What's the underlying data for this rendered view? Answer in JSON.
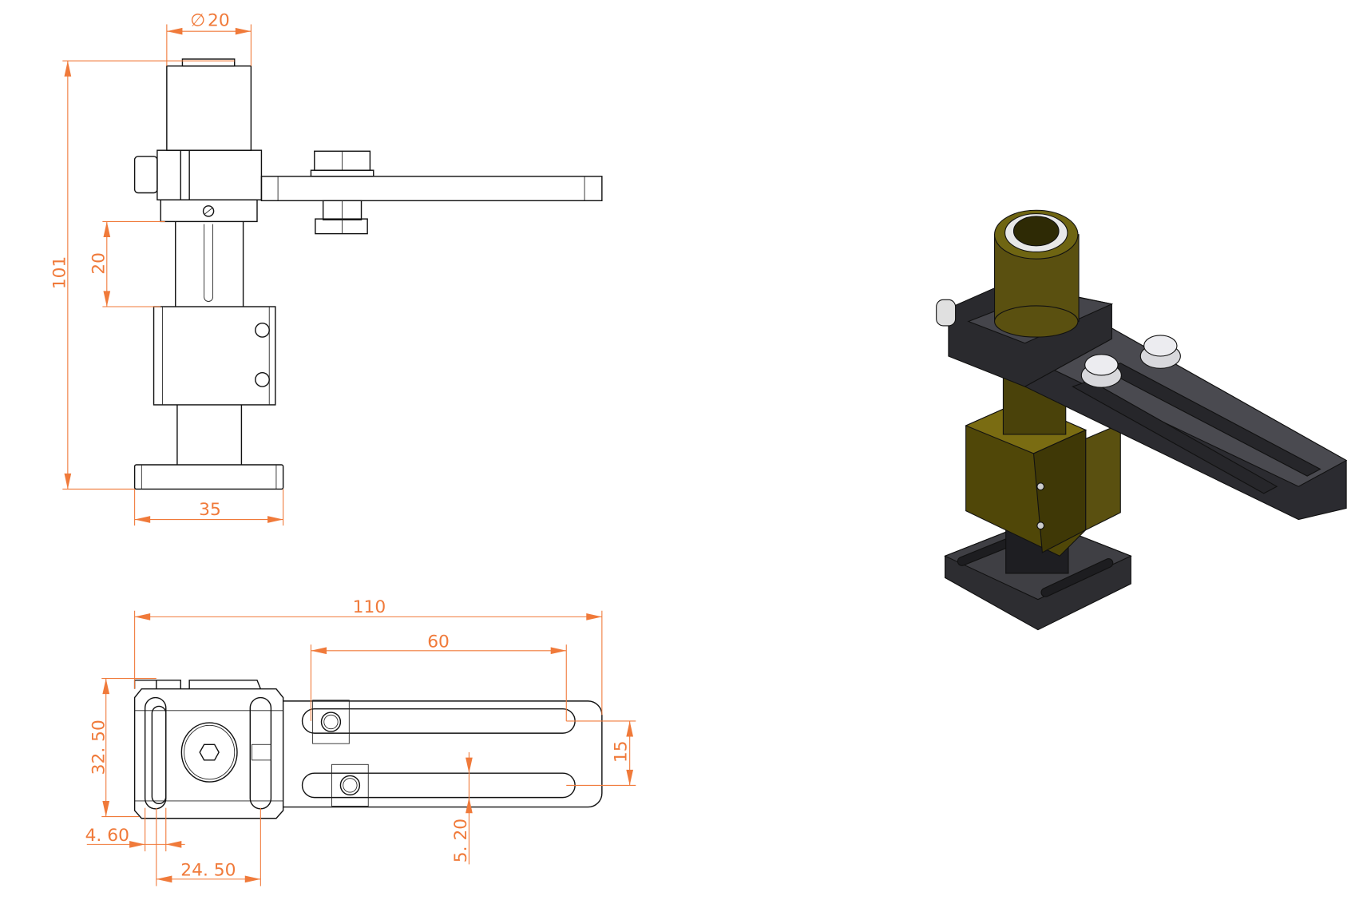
{
  "front_view": {
    "dimensions": {
      "diameter_symbol": "∅",
      "diameter": "20",
      "overall_height": "101",
      "stroke_height": "20",
      "base_width": "35"
    }
  },
  "top_view": {
    "dimensions": {
      "overall_length": "110",
      "slot_length": "60",
      "block_width": "32. 50",
      "slot_spacing": "15",
      "slot_width": "5. 20",
      "slot_offset": "4. 60",
      "slot_pitch": "24. 50"
    }
  },
  "render_3d": {
    "colors": {
      "anodized_black": "#3a3a3e",
      "brass_olive": "#6b5f10",
      "screw_steel": "#d8d8dc"
    }
  },
  "colors": {
    "dimension": "#f07a3a",
    "outline": "#111111"
  }
}
